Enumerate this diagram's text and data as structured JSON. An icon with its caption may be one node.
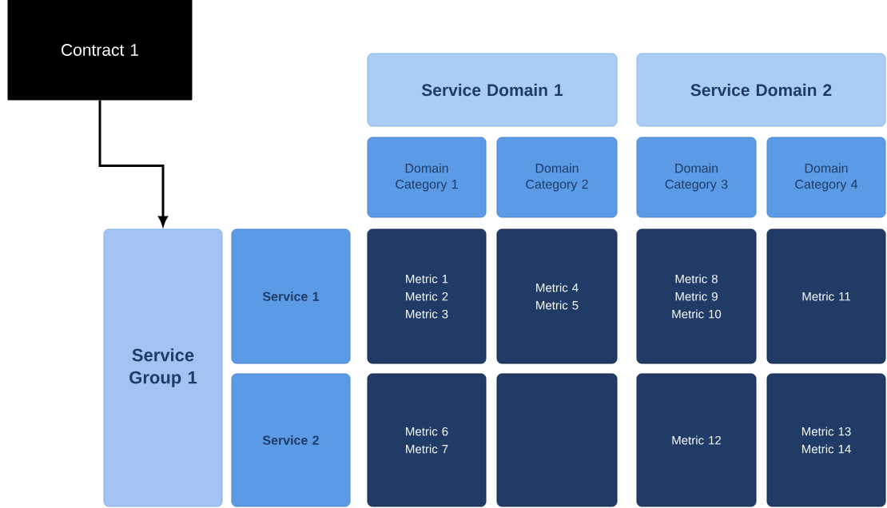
{
  "diagram": {
    "nodes": [
      {
        "text": [
          "Contract 1"
        ]
      },
      {
        "text": [
          "Service Domain 1"
        ]
      },
      {
        "text": [
          "Service Domain 2"
        ]
      },
      {
        "text": [
          "Domain Category 1"
        ]
      },
      {
        "text": [
          "Domain Category 2"
        ]
      },
      {
        "text": [
          "Domain Category 3"
        ]
      },
      {
        "text": [
          "Domain Category 4"
        ]
      },
      {
        "text": [
          "Service Group 1"
        ]
      },
      {
        "text": [
          "Service 1"
        ]
      },
      {
        "text": [
          "Service 2"
        ]
      },
      {
        "text": [
          "Metric 1",
          "Metric 2",
          "Metric 3"
        ]
      },
      {
        "text": [
          "Metric 4",
          "Metric 5"
        ]
      },
      {
        "text": [
          "Metric 8",
          "Metric 9",
          "Metric 10"
        ]
      },
      {
        "text": [
          "Metric 11"
        ]
      },
      {
        "text": [
          "Metric 6",
          "Metric 7"
        ]
      },
      {
        "text": [],
        "shape": "box"
      },
      {
        "text": [
          "Metric 12"
        ]
      },
      {
        "text": [
          "Metric 13",
          "Metric 14"
        ]
      }
    ],
    "edges": [
      {
        "from": 0,
        "to": 7,
        "arrow": "to"
      }
    ]
  }
}
